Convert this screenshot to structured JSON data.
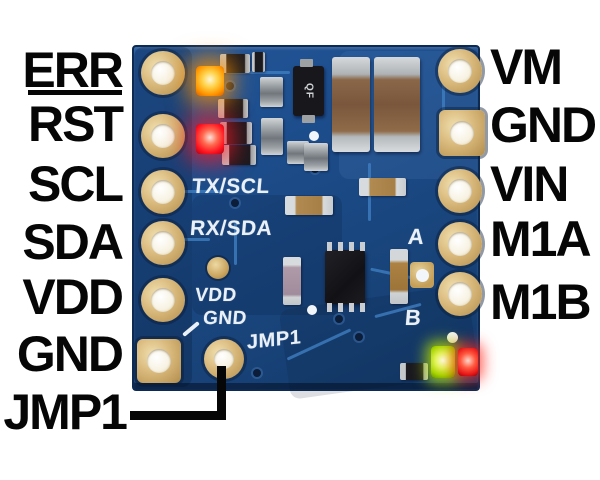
{
  "image_alt": "Blue motor driver carrier PCB photographed from above with black pinout labels on both sides",
  "left_pins": [
    {
      "text": "ERR",
      "overline": false
    },
    {
      "text": "RST",
      "overline": true
    },
    {
      "text": "SCL",
      "overline": false
    },
    {
      "text": "SDA",
      "overline": false
    },
    {
      "text": "VDD",
      "overline": false
    },
    {
      "text": "GND",
      "overline": false
    },
    {
      "text": "JMP1",
      "overline": false
    }
  ],
  "right_pins": [
    {
      "text": "VM"
    },
    {
      "text": "GND"
    },
    {
      "text": "VIN"
    },
    {
      "text": "M1A"
    },
    {
      "text": "M1B"
    }
  ],
  "board_silkscreen": {
    "tx_scl": "TX/SCL",
    "rx_sda": "RX/SDA",
    "vdd": "VDD",
    "gnd": "GND",
    "jmp1": "JMP1",
    "channel_a": "A",
    "channel_b": "B"
  },
  "ic_marking": "QF",
  "leds": [
    {
      "name": "status-led-amber",
      "state": "on",
      "color": "#ff9800"
    },
    {
      "name": "status-led-red",
      "state": "on",
      "color": "#ff1420"
    },
    {
      "name": "motor-led-green",
      "state": "on",
      "color": "#a9d400"
    },
    {
      "name": "motor-led-red",
      "state": "on",
      "color": "#e81818"
    }
  ],
  "colors": {
    "background": "#ffffff",
    "label_text": "#060606",
    "board_blue": "#1c4c8a",
    "trace_light": "#3f7ec0",
    "pad_gold": "#d9b97c",
    "pad_hole": "#f7f2e2",
    "silkscreen": "#e9f0f7"
  }
}
